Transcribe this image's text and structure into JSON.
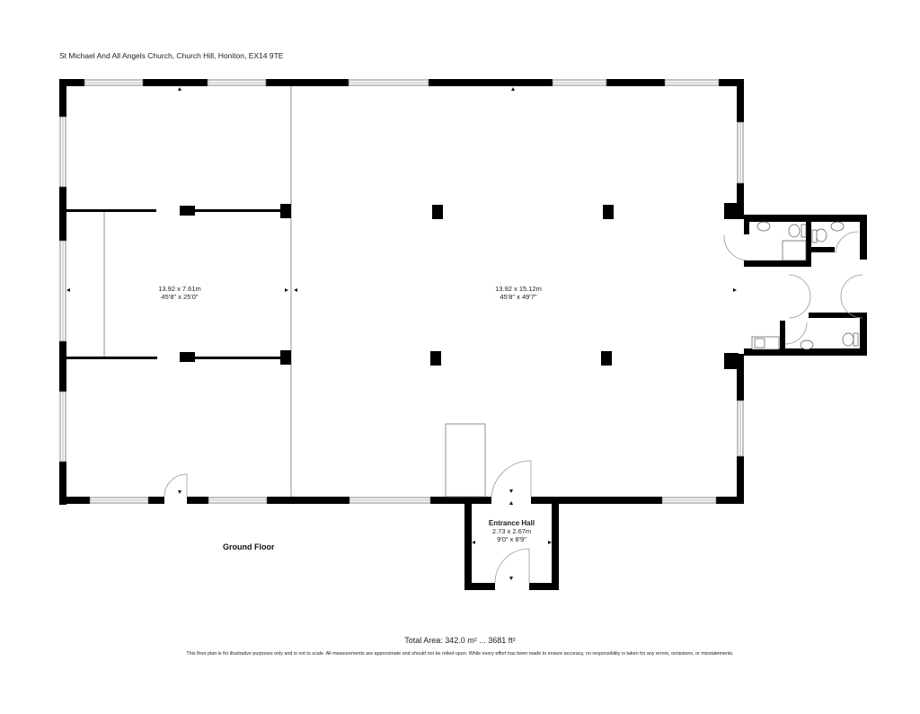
{
  "header": {
    "address": "St Michael And All Angels Church, Church Hill, Honiton, EX14 9TE"
  },
  "floor": {
    "title": "Ground Floor"
  },
  "rooms": [
    {
      "name": "",
      "metric": "13.92 x 7.61m",
      "imperial": "45'8\" x 25'0\""
    },
    {
      "name": "",
      "metric": "13.92 x 15.12m",
      "imperial": "45'8\" x 49'7\""
    },
    {
      "name": "Entrance Hall",
      "metric": "2.73 x 2.67m",
      "imperial": "9'0\" x 8'9\""
    }
  ],
  "footer": {
    "total_area": "Total Area: 342.0 m² ... 3681 ft²",
    "disclaimer": "This floor plan is for illustrative purposes only and is not to scale. All measurements are approximate and should not be relied upon. While every effort has been made to ensure accuracy, no responsibility is taken for any errors, omissions, or misstatements."
  },
  "colors": {
    "wall": "#000000",
    "line": "#777777",
    "background": "#ffffff"
  }
}
